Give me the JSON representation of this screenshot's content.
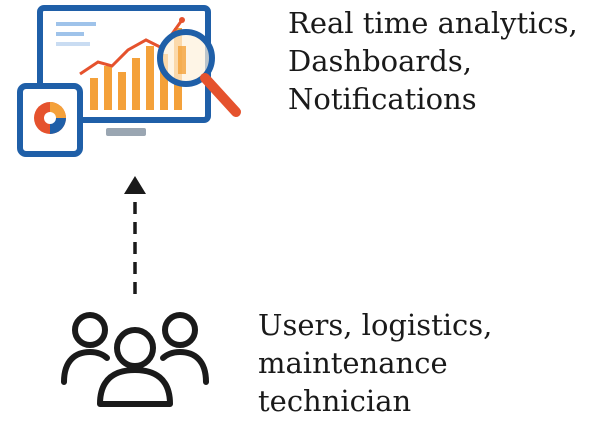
{
  "top_label": {
    "lines": [
      "Real time analytics,",
      "Dashboards,",
      "Notifications"
    ]
  },
  "bottom_label": {
    "lines": [
      "Users, logistics,",
      "maintenance",
      "technician"
    ]
  },
  "icons": {
    "analytics": "analytics-dashboard-icon",
    "users": "users-group-icon",
    "arrow": "dashed-up-arrow-icon"
  },
  "colors": {
    "frame_blue": "#1f5fa8",
    "bar_orange": "#f4a13a",
    "accent_red": "#e5522d",
    "outline_dark": "#1a1a1a",
    "stand_gray": "#9aa6b2"
  }
}
